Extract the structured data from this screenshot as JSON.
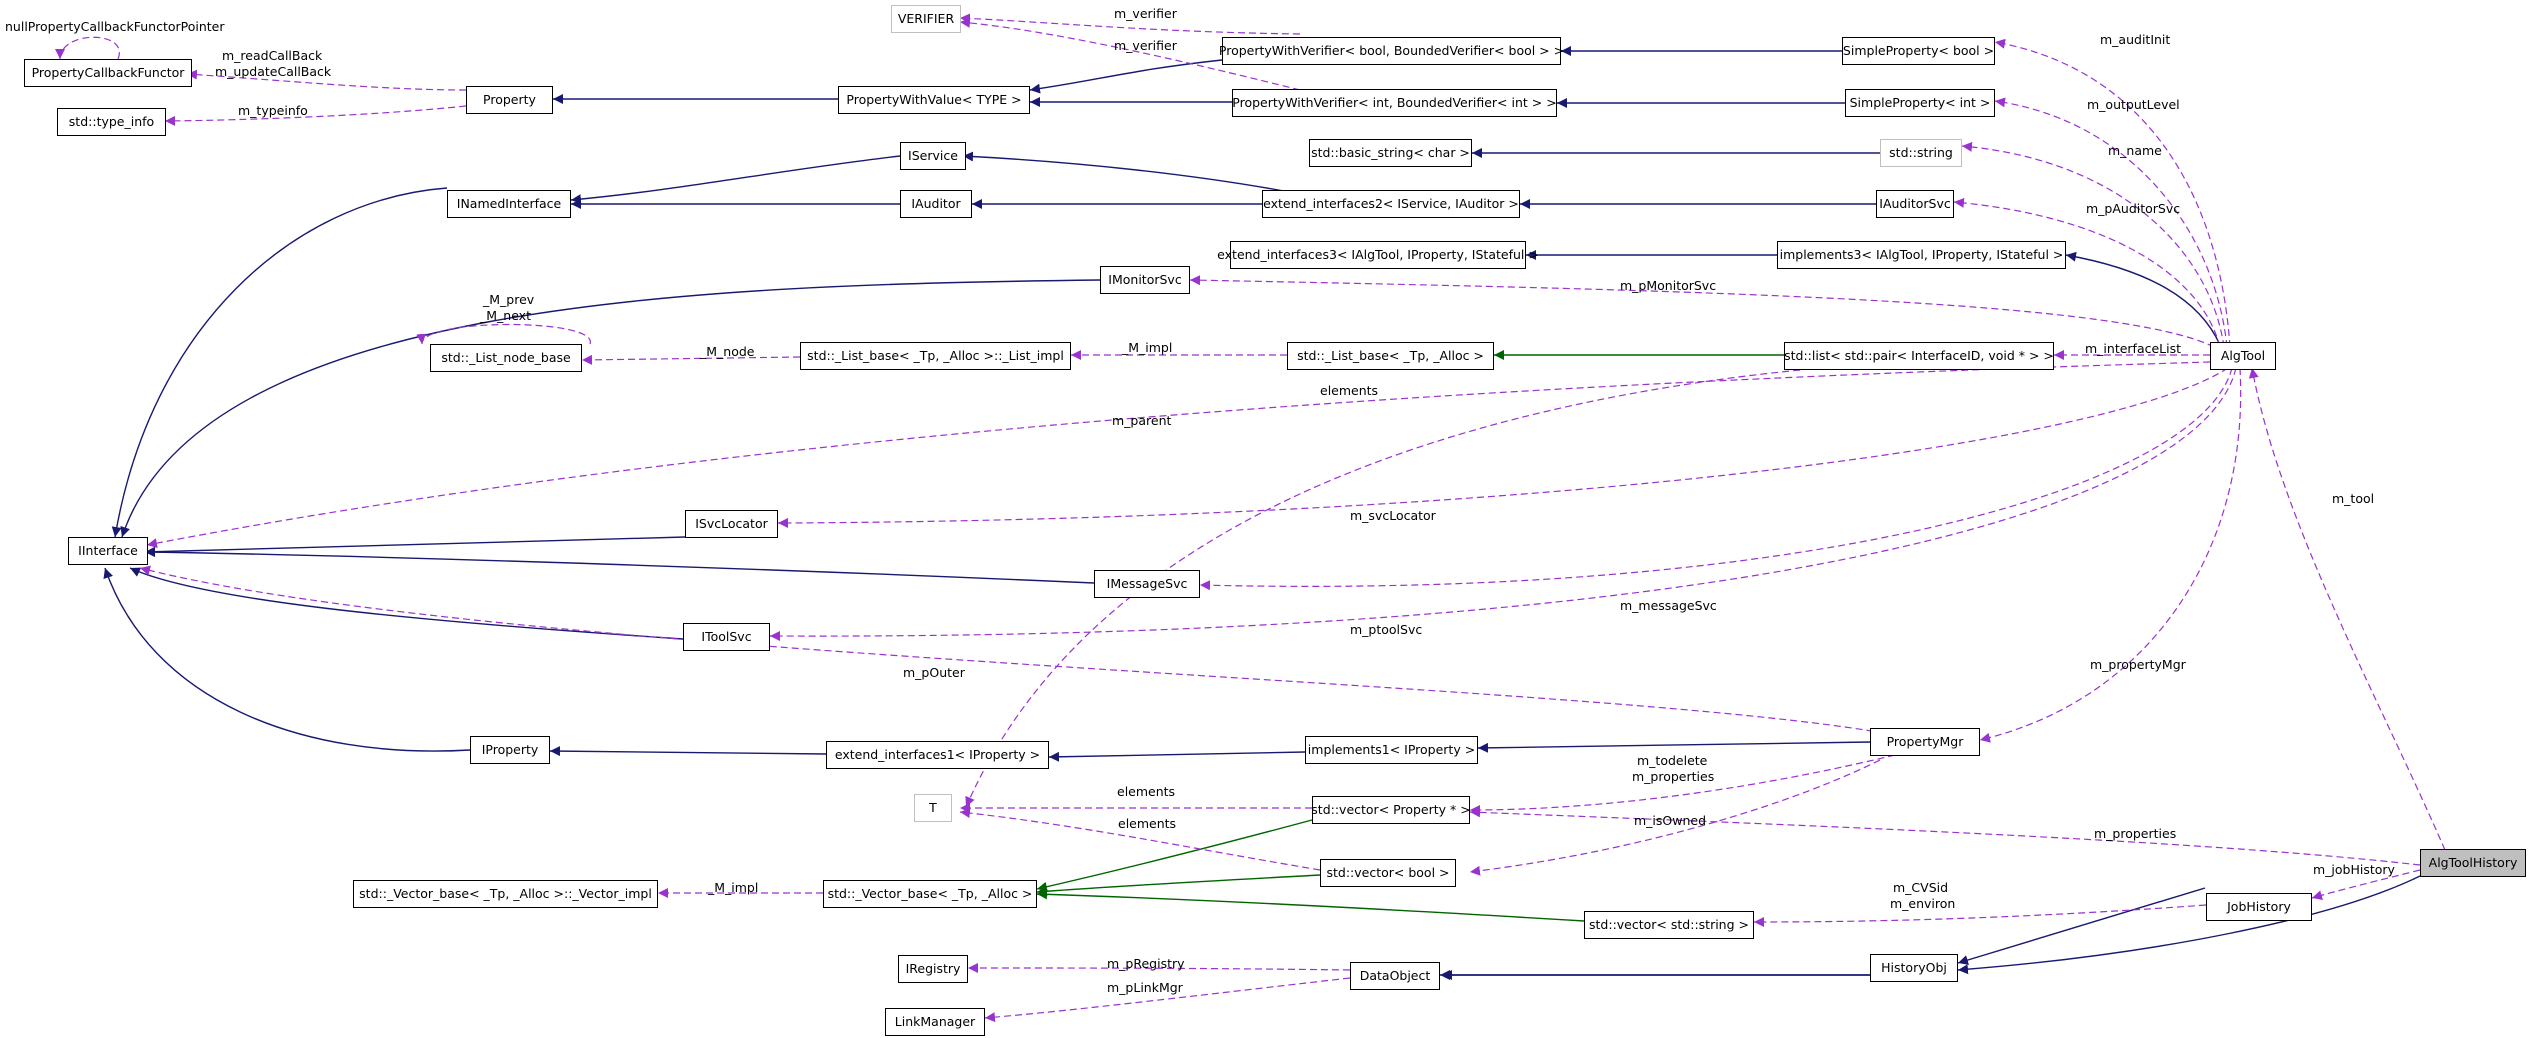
{
  "diagram": {
    "nodes": {
      "nullpcf": "nullPropertyCallbackFunctorPointer",
      "pcf": "PropertyCallbackFunctor",
      "typeinfo": "std::type_info",
      "property": "Property",
      "verifier": "VERIFIER",
      "pwv": "PropertyWithValue< TYPE >",
      "pwvbool": "PropertyWithVerifier< bool, BoundedVerifier< bool > >",
      "pwvint": "PropertyWithVerifier< int, BoundedVerifier< int > >",
      "spbool": "SimpleProperty< bool >",
      "spint": "SimpleProperty< int >",
      "iservice": "IService",
      "inamed": "INamedInterface",
      "iauditor": "IAuditor",
      "ext2": "extend_interfaces2< IService, IAuditor >",
      "iauditorsvc": "IAuditorSvc",
      "bstring": "std::basic_string< char >",
      "string": "std::string",
      "ext3": "extend_interfaces3< IAlgTool, IProperty, IStateful >",
      "impl3": "implements3< IAlgTool, IProperty, IStateful >",
      "imonitor": "IMonitorSvc",
      "listnode": "std::_List_node_base",
      "listimpl": "std::_List_base< _Tp, _Alloc >::_List_impl",
      "listbase": "std::_List_base< _Tp, _Alloc >",
      "stdlist": "std::list< std::pair< InterfaceID, void * > >",
      "algtool": "AlgTool",
      "iinterface": "IInterface",
      "isvclocator": "ISvcLocator",
      "imessage": "IMessageSvc",
      "itoolsvc": "IToolSvc",
      "iproperty": "IProperty",
      "ext1": "extend_interfaces1< IProperty >",
      "impl1": "implements1< IProperty >",
      "propmgr": "PropertyMgr",
      "t": "T",
      "vecprop": "std::vector< Property * >",
      "vecbool": "std::vector< bool >",
      "vecimpl": "std::_Vector_base< _Tp, _Alloc >::_Vector_impl",
      "vecbase": "std::_Vector_base< _Tp, _Alloc >",
      "vecstr": "std::vector< std::string >",
      "jobhist": "JobHistory",
      "algtoolhist": "AlgToolHistory",
      "iregistry": "IRegistry",
      "dataobject": "DataObject",
      "historyobj": "HistoryObj",
      "linkmgr": "LinkManager"
    },
    "labels": {
      "nullptr": "nullPropertyCallbackFunctorPointer",
      "readcb": "m_readCallBack",
      "updatecb": "m_updateCallBack",
      "typeinfo": "m_typeinfo",
      "verifier1": "m_verifier",
      "verifier2": "m_verifier",
      "auditinit": "m_auditInit",
      "outputlevel": "m_outputLevel",
      "name": "m_name",
      "pauditorsvc": "m_pAuditorSvc",
      "pmonitorsvc": "m_pMonitorSvc",
      "mprev": "_M_prev",
      "mnext": "_M_next",
      "mnode": "_M_node",
      "mimpl1": "_M_impl",
      "interfacelist": "m_interfaceList",
      "elements1": "elements",
      "parent": "m_parent",
      "tool": "m_tool",
      "svclocator": "m_svcLocator",
      "messagesvc": "m_messageSvc",
      "ptoolsvc": "m_ptoolSvc",
      "pouter": "m_pOuter",
      "propertymgr": "m_propertyMgr",
      "todelete": "m_todelete",
      "mproperties1": "m_properties",
      "elements2": "elements",
      "elements3": "elements",
      "isowned": "m_isOwned",
      "mproperties2": "m_properties",
      "jobhistory": "m_jobHistory",
      "mimpl2": "_M_impl",
      "cvsid": "m_CVSid",
      "environ": "m_environ",
      "pregistry": "m_pRegistry",
      "plinkmgr": "m_pLinkMgr"
    }
  }
}
